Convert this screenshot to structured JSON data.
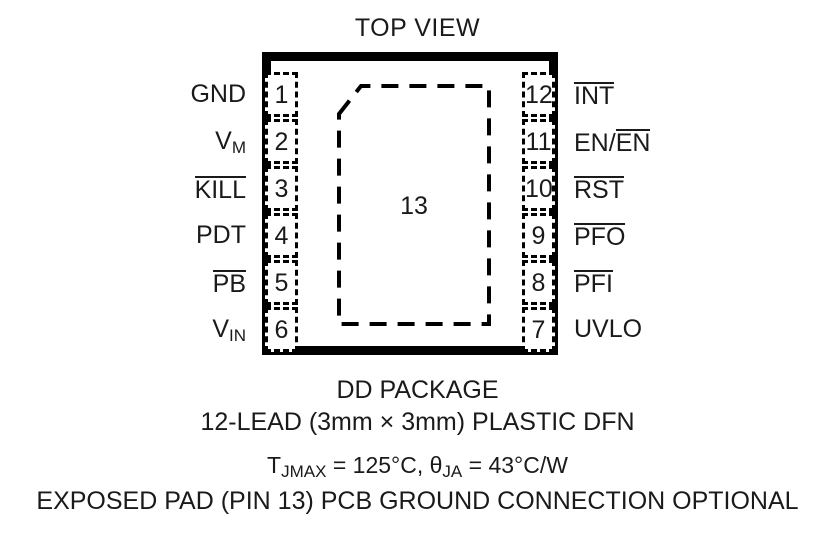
{
  "diagram": {
    "title": "TOP VIEW",
    "package_outline": {
      "exposed_pad_number": "13"
    },
    "pins_left": [
      {
        "number": "1",
        "name": "GND",
        "overbar": false,
        "subscript": ""
      },
      {
        "number": "2",
        "name": "V",
        "overbar": false,
        "subscript": "M"
      },
      {
        "number": "3",
        "name": "KILL",
        "overbar": true,
        "subscript": ""
      },
      {
        "number": "4",
        "name": "PDT",
        "overbar": false,
        "subscript": ""
      },
      {
        "number": "5",
        "name": "PB",
        "overbar": true,
        "subscript": ""
      },
      {
        "number": "6",
        "name": "V",
        "overbar": false,
        "subscript": "IN"
      }
    ],
    "pins_right": [
      {
        "number": "12",
        "name": "INT",
        "overbar": true,
        "subscript": ""
      },
      {
        "number": "11",
        "name": "EN/EN",
        "overbar": false,
        "subscript": ""
      },
      {
        "number": "10",
        "name": "RST",
        "overbar": true,
        "subscript": ""
      },
      {
        "number": "9",
        "name": "PFO",
        "overbar": true,
        "subscript": ""
      },
      {
        "number": "8",
        "name": "PFI",
        "overbar": true,
        "subscript": ""
      },
      {
        "number": "7",
        "name": "UVLO",
        "overbar": false,
        "subscript": ""
      }
    ],
    "caption": {
      "package": "DD PACKAGE",
      "lead_count": "12-LEAD (3mm × 3mm) PLASTIC DFN",
      "thermal": "TJMAX = 125°C, θJA = 43°C/W",
      "thermal_parts": {
        "t_symbol": "T",
        "t_sub": "JMAX",
        "t_eq": " = 125°C, ",
        "theta_symbol": "θ",
        "theta_sub": "JA",
        "theta_eq": " = 43°C/W"
      },
      "exposed_pad_note": "EXPOSED PAD (PIN 13) PCB GROUND CONNECTION OPTIONAL"
    },
    "colors": {
      "ink": "#1a1a1a",
      "outline": "#000000",
      "background": "#ffffff"
    }
  }
}
